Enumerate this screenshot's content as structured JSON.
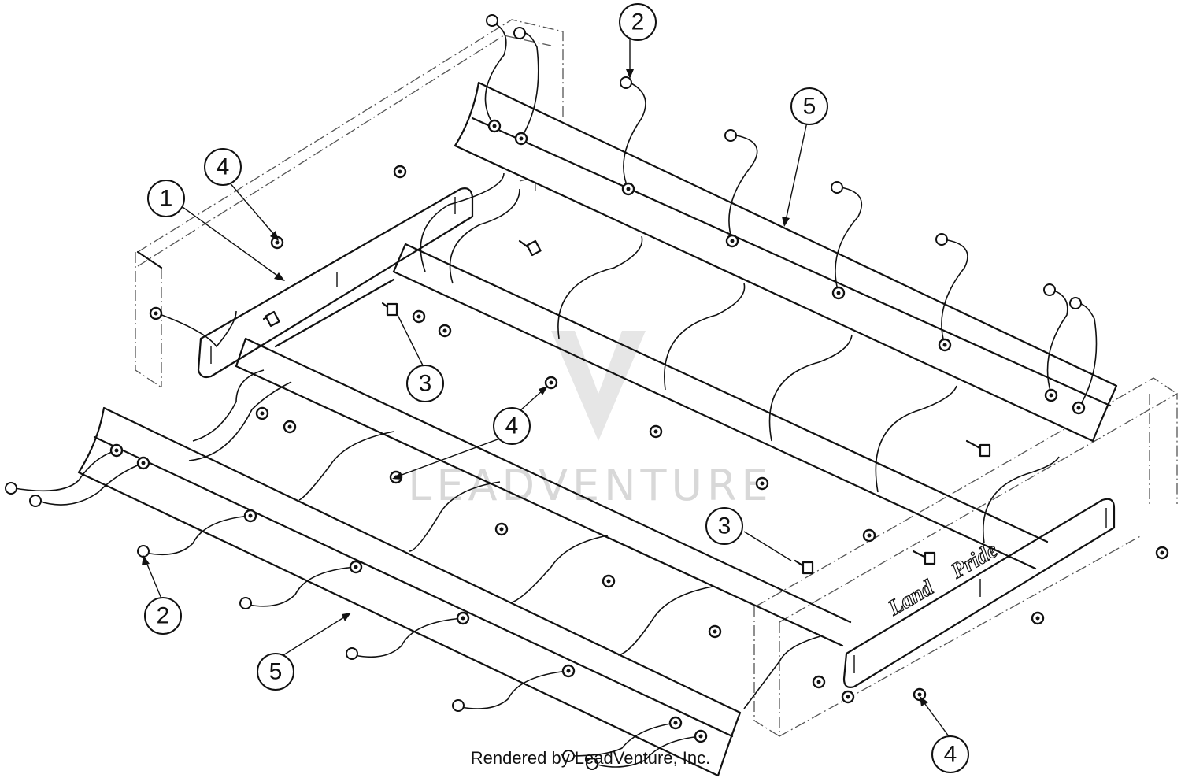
{
  "diagram": {
    "callouts": [
      "1",
      "2",
      "3",
      "4",
      "5"
    ],
    "brand_label_1": "Land",
    "brand_label_2": "Pride",
    "watermark": "LEADVENTURE",
    "footer": "Rendered by LeadVenture, Inc."
  },
  "colors": {
    "ink": "#111111",
    "background": "#ffffff",
    "watermark": "#d8d8d8"
  }
}
